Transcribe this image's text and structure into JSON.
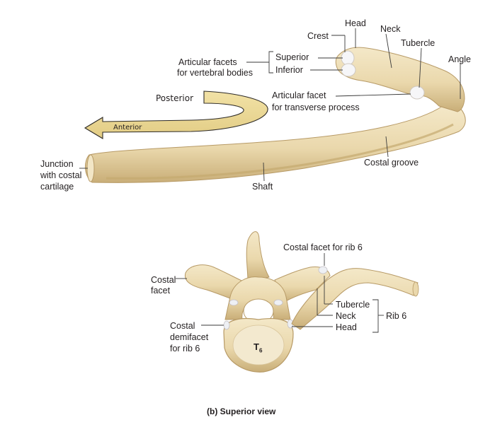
{
  "figure": {
    "caption": "(b) Superior view",
    "arrow": {
      "posterior": "Posterior",
      "anterior": "Anterior"
    },
    "rib_labels": {
      "head": "Head",
      "neck": "Neck",
      "crest": "Crest",
      "tubercle": "Tubercle",
      "angle": "Angle",
      "articular_facets_line1": "Articular facets",
      "articular_facets_line2": "for vertebral bodies",
      "superior": "Superior",
      "inferior": "Inferior",
      "facet_transverse_line1": "Articular facet",
      "facet_transverse_line2": "for transverse process",
      "costal_groove": "Costal groove",
      "shaft": "Shaft",
      "junction_line1": "Junction",
      "junction_line2": "with costal",
      "junction_line3": "cartilage"
    },
    "vertebra_labels": {
      "costal_facet_rib6": "Costal facet for rib 6",
      "costal_facet_line1": "Costal",
      "costal_facet_line2": "facet",
      "tubercle": "Tubercle",
      "neck": "Neck",
      "head": "Head",
      "rib6": "Rib 6",
      "demifacet_line1": "Costal",
      "demifacet_line2": "demifacet",
      "demifacet_line3": "for rib 6",
      "t6": "T",
      "t6_sub": "6"
    },
    "colors": {
      "bone": "#ecdcb4",
      "bone_shade": "#c9b07a",
      "arrow_fill": "#eedc9c",
      "facet": "#f4f4f6"
    }
  }
}
